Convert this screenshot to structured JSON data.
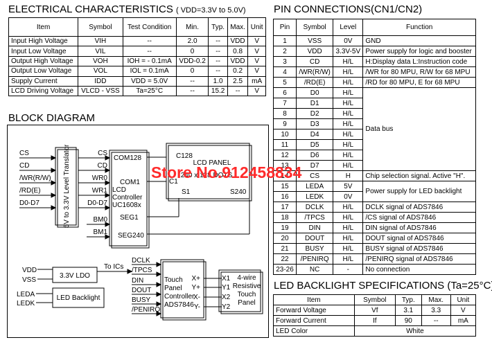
{
  "elec": {
    "title": "ELECTRICAL CHARACTERISTICS",
    "cond": "( VDD=3.3V to 5.0V)",
    "headers": [
      "Item",
      "Symbol",
      "Test Condition",
      "Min.",
      "Typ.",
      "Max.",
      "Unit"
    ],
    "rows": [
      [
        "Input  High Voltage",
        "VIH",
        "--",
        "2.0",
        "--",
        "VDD",
        "V"
      ],
      [
        "Input  Low Voltage",
        "VIL",
        "--",
        "0",
        "--",
        "0.8",
        "V"
      ],
      [
        "Output High Voltage",
        "VOH",
        "IOH = - 0.1mA",
        "VDD-0.2",
        "--",
        "VDD",
        "V"
      ],
      [
        "Output Low Voltage",
        "VOL",
        "IOL =  0.1mA",
        "0",
        "--",
        "0.2",
        "V"
      ],
      [
        "Supply Current",
        "IDD",
        "VDD = 5.0V",
        "--",
        "1.0",
        "2.5",
        "mA"
      ],
      [
        "LCD Driving Voltage",
        "VLCD - VSS",
        "Ta=25°C",
        "--",
        "15.2",
        "--",
        "V"
      ]
    ]
  },
  "pins": {
    "title": "PIN CONNECTIONS(CN1/CN2)",
    "headers": [
      "Pin",
      "Symbol",
      "Level",
      "Function"
    ],
    "rows": [
      [
        "1",
        "VSS",
        "0V",
        "GND"
      ],
      [
        "2",
        "VDD",
        "3.3V-5V",
        "Power supply for logic and booster"
      ],
      [
        "3",
        "CD",
        "H/L",
        "H:Display data    L:Instruction code"
      ],
      [
        "4",
        "/WR(R/W)",
        "H/L",
        "/WR for 80 MPU, R/W for 68 MPU"
      ],
      [
        "5",
        "/RD(E)",
        "H/L",
        "/RD for 80 MPU, E for 68 MPU"
      ],
      [
        "6",
        "D0",
        "H/L",
        ""
      ],
      [
        "7",
        "D1",
        "H/L",
        ""
      ],
      [
        "8",
        "D2",
        "H/L",
        ""
      ],
      [
        "9",
        "D3",
        "H/L",
        ""
      ],
      [
        "10",
        "D4",
        "H/L",
        ""
      ],
      [
        "11",
        "D5",
        "H/L",
        ""
      ],
      [
        "12",
        "D6",
        "H/L",
        ""
      ],
      [
        "13",
        "D7",
        "H/L",
        ""
      ],
      [
        "14",
        "CS",
        "H",
        "Chip selection signal. Active \"H\"."
      ],
      [
        "15",
        "LEDA",
        "5V",
        ""
      ],
      [
        "16",
        "LEDK",
        "0V",
        ""
      ],
      [
        "17",
        "DCLK",
        "H/L",
        "DCLK signal of ADS7846"
      ],
      [
        "18",
        "/TPCS",
        "H/L",
        "/CS signal of ADS7846"
      ],
      [
        "19",
        "DIN",
        "H/L",
        "DIN signal of ADS7846"
      ],
      [
        "20",
        "DOUT",
        "H/L",
        "DOUT signal of ADS7846"
      ],
      [
        "21",
        "BUSY",
        "H/L",
        "BUSY signal of ADS7846"
      ],
      [
        "22",
        "/PENIRQ",
        "H/L",
        "/PENIRQ signal of ADS7846"
      ],
      [
        "23-26",
        "NC",
        "-",
        "No connection"
      ]
    ],
    "data_bus": "Data bus",
    "led_fn": "Power supply for LED backlight"
  },
  "led": {
    "title": "LED BACKLIGHT SPECIFICATIONS (Ta=25°C)",
    "headers": [
      "Item",
      "Symbol",
      "Typ.",
      "Max.",
      "Unit"
    ],
    "rows": [
      [
        "Forward Voltage",
        "Vf",
        "3.1",
        "3.3",
        "V"
      ],
      [
        "Forward Current",
        "If",
        "90",
        "--",
        "mA"
      ]
    ],
    "color_label": "LED Color",
    "color_value": "White"
  },
  "block": {
    "title": "BLOCK DIAGRAM",
    "inputs": [
      "CS",
      "CD",
      "/WR(R/W)",
      "/RD(E)",
      "D0-D7"
    ],
    "translator": "5V to 3.3V Level Translator",
    "ctrl_pins": [
      "CS",
      "CD",
      "WR0",
      "WR1",
      "D0-D7",
      "BM0",
      "BM1"
    ],
    "com128": "COM128",
    "com1": "COM1",
    "seg1": "SEG1",
    "seg240": "SEG240",
    "controller": [
      "LCD",
      "Controller",
      "UC1608x"
    ],
    "panel": [
      "LCD  PANEL",
      "240 x 128 DOTS"
    ],
    "c128": "C128",
    "c1": "C1",
    "s1": "S1",
    "s240": "S240",
    "vdd": "VDD",
    "vss": "VSS",
    "ldo": "3.3V LDO",
    "to_ics": "To ICs",
    "leda": "LEDA",
    "ledk": "LEDK",
    "led_box": "LED Backlight",
    "touch_sigs": [
      "DCLK",
      "/TPCS",
      "DIN",
      "DOUT",
      "BUSY",
      "/PENIRQ"
    ],
    "touch_ctrl": [
      "Touch",
      "Panel",
      "Controller",
      "ADS7846"
    ],
    "xy_left": [
      "X+",
      "Y+",
      "X-",
      "Y-"
    ],
    "xy_right": [
      "X1",
      "Y1",
      "X2",
      "Y2"
    ],
    "touch_panel": [
      "4-wire",
      "Resistive",
      "Touch",
      "Panel"
    ]
  },
  "watermark": "Store No.912458834"
}
